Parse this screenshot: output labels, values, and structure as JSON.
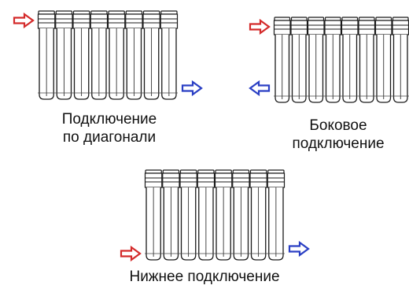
{
  "colors": {
    "inlet_arrow": "#d42a2a",
    "outlet_arrow": "#2a3fc4",
    "radiator_stroke": "#1a1a1a",
    "background": "#ffffff"
  },
  "panels": [
    {
      "id": "diagonal",
      "sections": 8,
      "inlet": "top-left",
      "outlet": "bottom-right",
      "caption_lines": [
        "Подключение",
        "по диагонали"
      ]
    },
    {
      "id": "side",
      "sections": 8,
      "inlet": "top-left",
      "outlet": "bottom-left",
      "caption_lines": [
        "Боковое",
        "подключение"
      ]
    },
    {
      "id": "bottom",
      "sections": 8,
      "inlet": "bottom-left",
      "outlet": "bottom-right",
      "caption_lines": [
        "Нижнее подключение"
      ]
    }
  ]
}
